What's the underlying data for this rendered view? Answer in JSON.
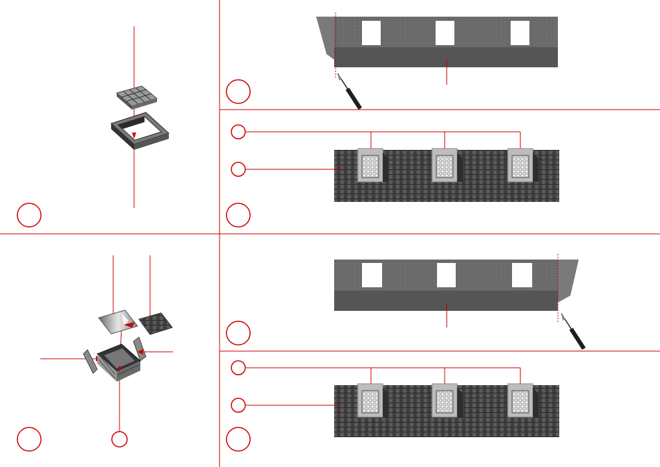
{
  "document": {
    "title": "",
    "panels": [
      {
        "id": "dormer-window-assembly",
        "step_label": ""
      },
      {
        "id": "roof-cut-upper",
        "step_label": ""
      },
      {
        "id": "roof-dormers-installed-upper",
        "step_label": ""
      },
      {
        "id": "dormer-roof-assembly",
        "step_label": ""
      },
      {
        "id": "roof-cut-lower",
        "step_label": ""
      },
      {
        "id": "roof-dormers-installed-lower",
        "step_label": ""
      }
    ]
  },
  "colors": {
    "rule_line": "#cc0000",
    "callout_circle": "#cc0000",
    "roof_panel_top": "#6e6e6e",
    "roof_panel_band": "#555555",
    "slate_roof": "#4a4a4a",
    "dormer_face": "#bdbdbd",
    "paper": "#ffffff"
  },
  "icons": {
    "hobby_knife": "hobby-knife-icon"
  }
}
